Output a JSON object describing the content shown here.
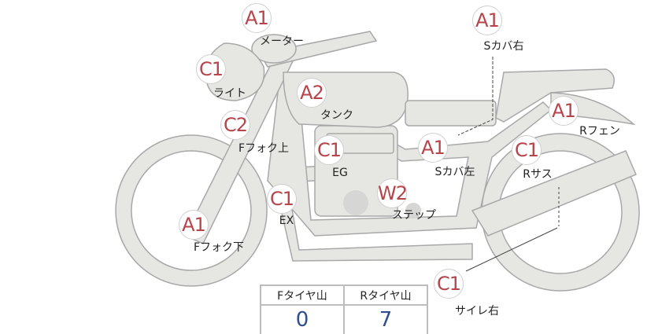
{
  "parts": [
    {
      "grade": "A1",
      "name": "メーター"
    },
    {
      "grade": "C1",
      "name": "ライト"
    },
    {
      "grade": "A2",
      "name": "タンク"
    },
    {
      "grade": "C2",
      "name": "Fフォク上"
    },
    {
      "grade": "C1",
      "name": "EG"
    },
    {
      "grade": "C1",
      "name": "EX"
    },
    {
      "grade": "A1",
      "name": "Fフォク下"
    },
    {
      "grade": "W2",
      "name": "ステップ"
    },
    {
      "grade": "A1",
      "name": "Sカバ右"
    },
    {
      "grade": "A1",
      "name": "Rフェン"
    },
    {
      "grade": "A1",
      "name": "Sカバ左"
    },
    {
      "grade": "C1",
      "name": "Rサス"
    },
    {
      "grade": "C1",
      "name": "サイレ右"
    }
  ],
  "tread": {
    "front_label": "Fタイヤ山",
    "rear_label": "Rタイヤ山",
    "front_value": "0",
    "rear_value": "7"
  },
  "colors": {
    "badge_text": "#b5454a",
    "value_text": "#2f4f8f",
    "body_fill": "#e6e6e3"
  }
}
